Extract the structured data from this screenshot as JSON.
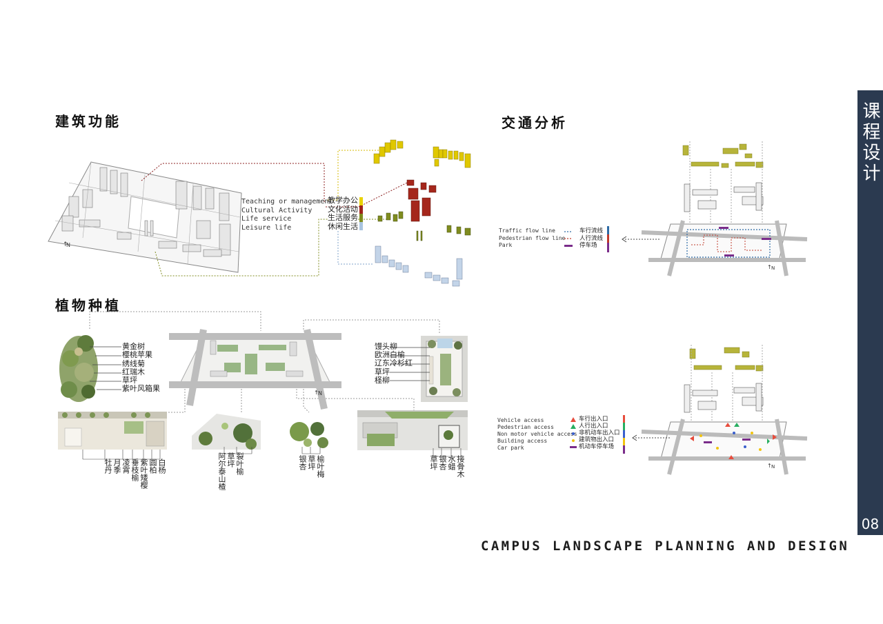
{
  "building_function": {
    "title": "建筑功能",
    "legend_en": [
      "Teaching or management",
      "Cultural Activity",
      "Life service",
      "Leisure life"
    ],
    "legend_cn": [
      "教学办公",
      "文化活动",
      "生活服务",
      "休闲生活"
    ],
    "colors": [
      "#e9d200",
      "#a0241b",
      "#7f8c1f",
      "#a9c4e0"
    ],
    "north": "N"
  },
  "planting": {
    "title": "植物种植",
    "list_a": [
      "黄金树",
      "樱桃苹果",
      "绣线菊",
      "红瑞木",
      "草坪",
      "紫叶风箱果"
    ],
    "list_b": [
      "馒头柳",
      "欧洲白榆",
      "辽东冷杉红",
      "草坪",
      "柽柳"
    ],
    "vlabels_1": [
      "牡丹",
      "月季",
      "凌霄",
      "垂枝榆",
      "紫叶矮樱",
      "圆柏",
      "白杨"
    ],
    "vlabels_2": [
      "阿尔泰山楂",
      "草坪",
      "裂叶榆"
    ],
    "vlabels_3": [
      "银杏",
      "草坪",
      "榆叶梅"
    ],
    "vlabels_4": [
      "草坪",
      "银杏",
      "水蜡",
      "接骨木"
    ],
    "north": "N"
  },
  "traffic": {
    "title": "交通分析",
    "legend1_en": [
      "Traffic flow line",
      "Pedestrian flow line",
      "Park"
    ],
    "legend1_cn": [
      "车行流线",
      "人行流线",
      "停车场"
    ],
    "legend2_en": [
      "Vehicle access",
      "Pedestrian access",
      "Non motor vehicle access",
      "Building access",
      "Car park"
    ],
    "legend2_cn": [
      "车行出入口",
      "人行出入口",
      "非机动车出入口",
      "建筑物出入口",
      "机动车停车场"
    ],
    "north": "N"
  },
  "sidebar": {
    "title": "课程设计",
    "page": "08"
  },
  "footer": "CAMPUS LANDSCAPE PLANNING AND DESIGN"
}
